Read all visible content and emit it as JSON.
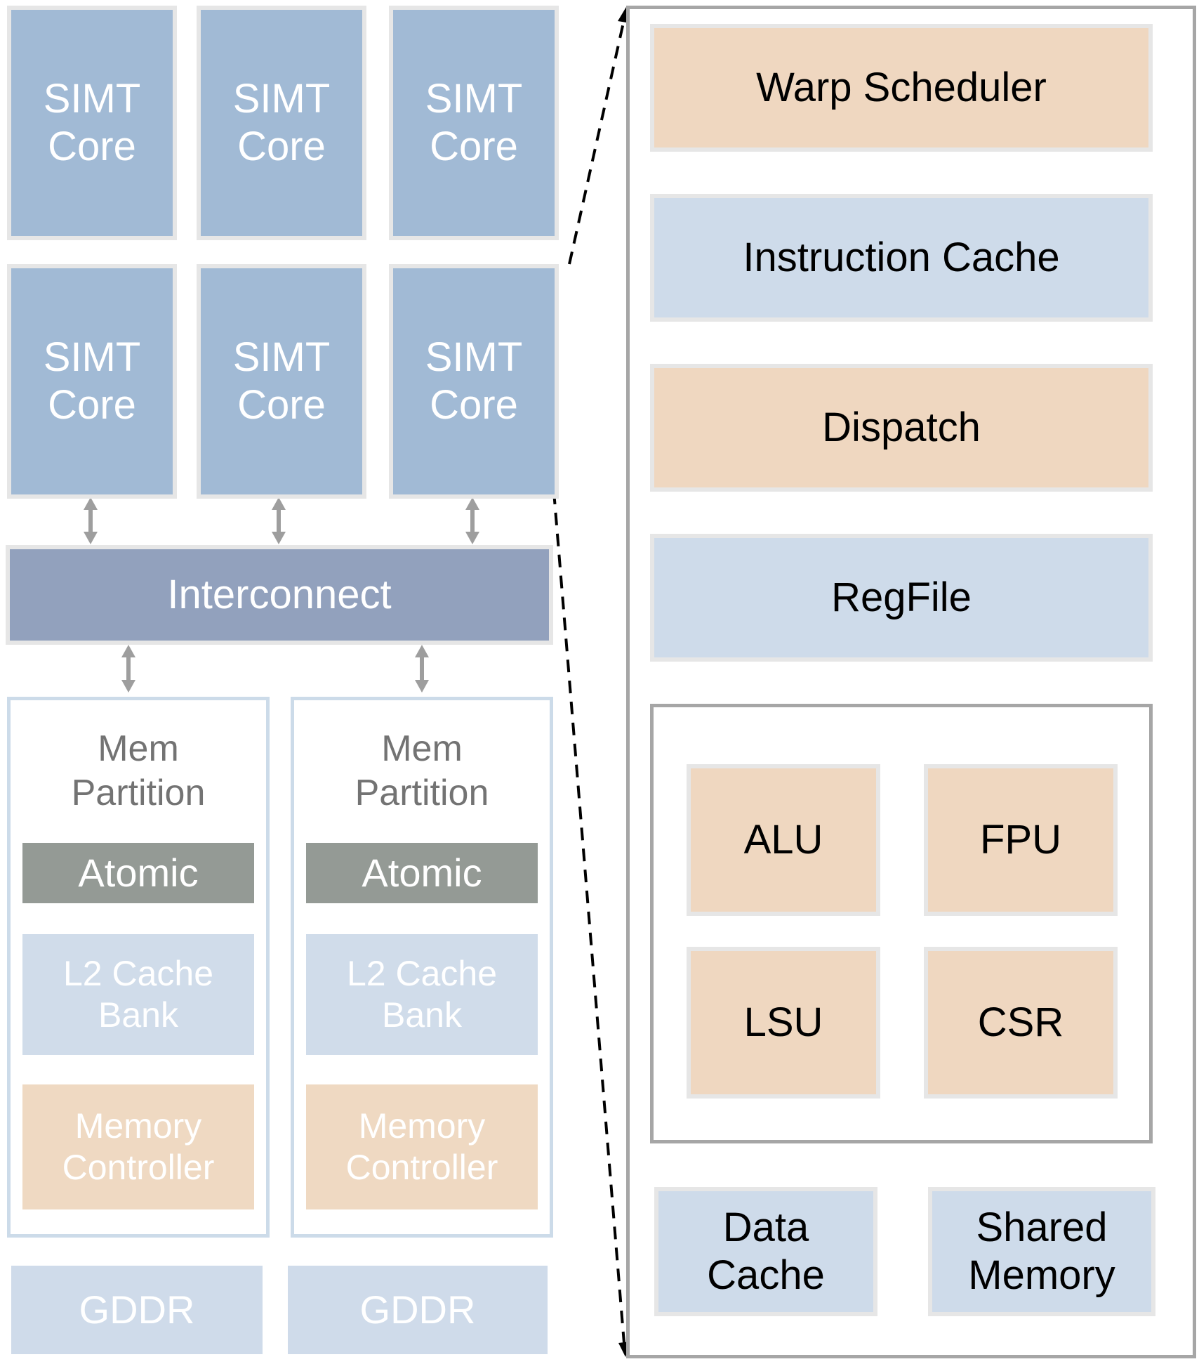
{
  "gpu": {
    "cores": [
      {
        "line1": "SIMT",
        "line2": "Core"
      },
      {
        "line1": "SIMT",
        "line2": "Core"
      },
      {
        "line1": "SIMT",
        "line2": "Core"
      },
      {
        "line1": "SIMT",
        "line2": "Core"
      },
      {
        "line1": "SIMT",
        "line2": "Core"
      },
      {
        "line1": "SIMT",
        "line2": "Core"
      }
    ],
    "interconnect": "Interconnect",
    "partitions": [
      {
        "title1": "Mem",
        "title2": "Partition",
        "atomic": "Atomic",
        "l2_1": "L2 Cache",
        "l2_2": "Bank",
        "mc_1": "Memory",
        "mc_2": "Controller",
        "gddr": "GDDR"
      },
      {
        "title1": "Mem",
        "title2": "Partition",
        "atomic": "Atomic",
        "l2_1": "L2 Cache",
        "l2_2": "Bank",
        "mc_1": "Memory",
        "mc_2": "Controller",
        "gddr": "GDDR"
      }
    ]
  },
  "core_detail": {
    "warp_scheduler": "Warp Scheduler",
    "instruction_cache": "Instruction Cache",
    "dispatch": "Dispatch",
    "regfile": "RegFile",
    "units": [
      "ALU",
      "FPU",
      "LSU",
      "CSR"
    ],
    "data_cache_1": "Data",
    "data_cache_2": "Cache",
    "shared_memory_1": "Shared",
    "shared_memory_2": "Memory"
  }
}
